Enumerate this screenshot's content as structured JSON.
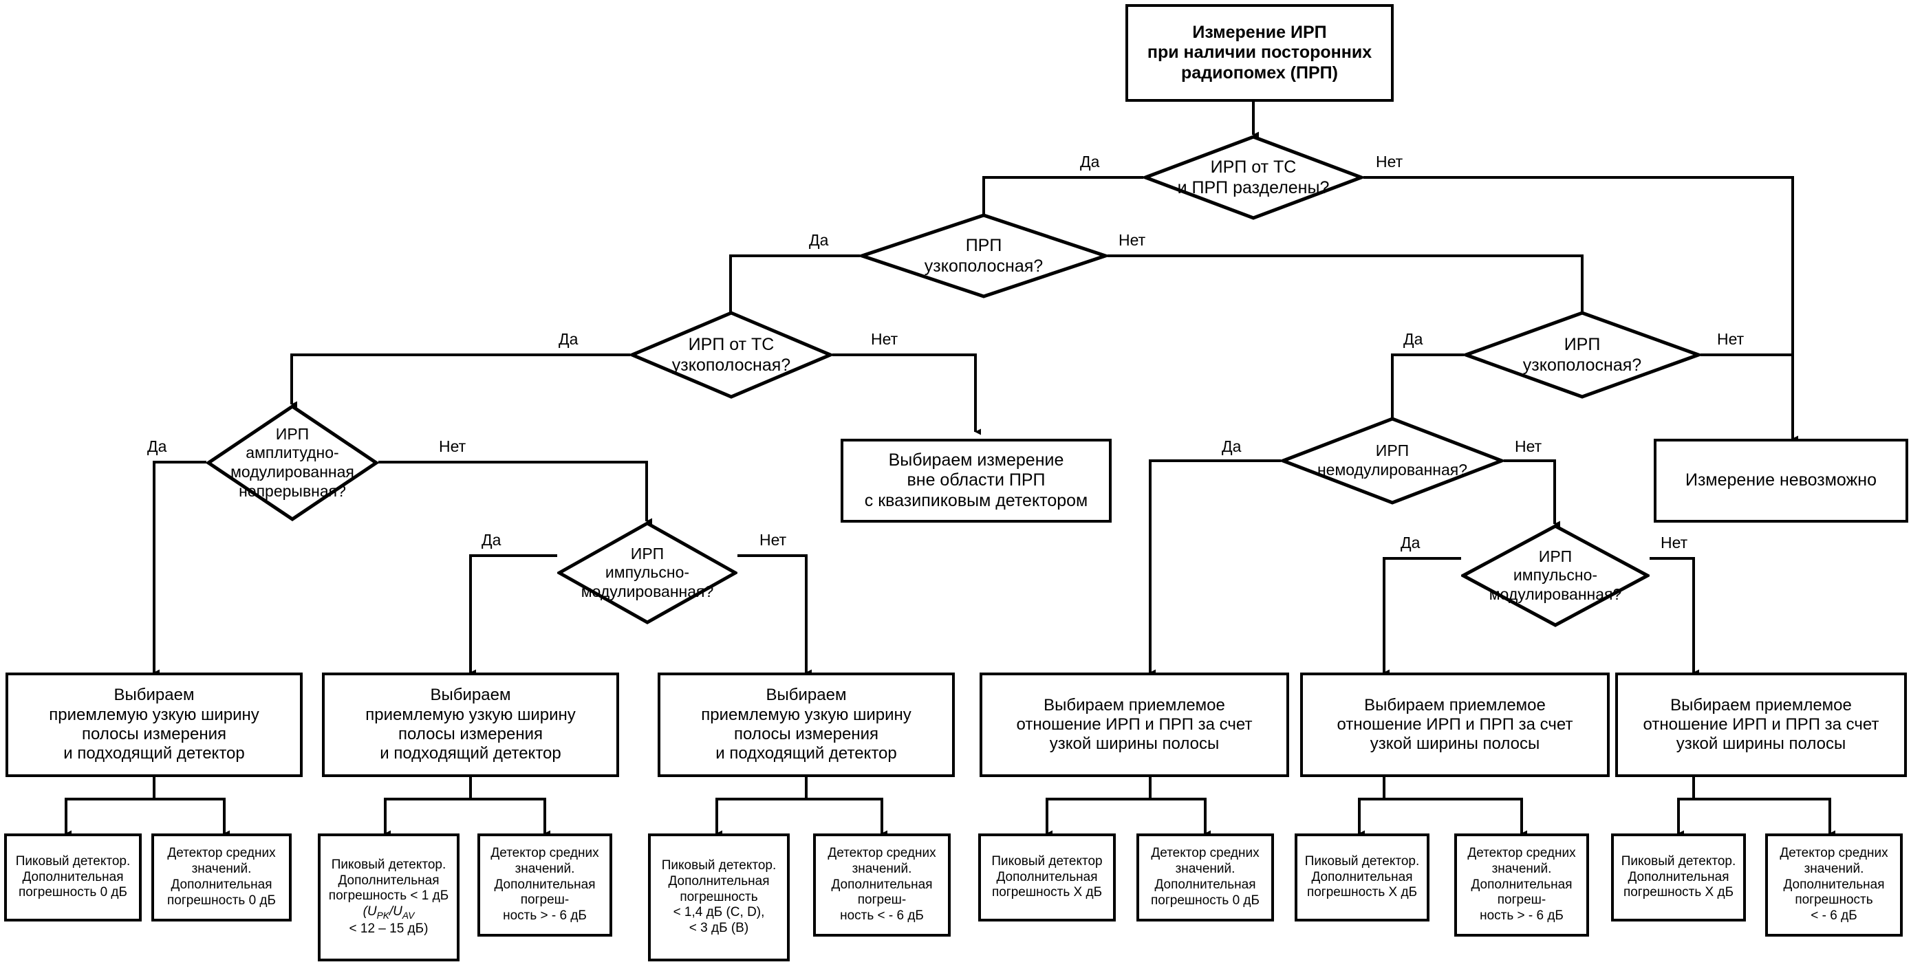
{
  "diagram": {
    "title": "Измерение ИРП при наличии посторонних радиопомех (ПРП)",
    "language": "ru",
    "edge_labels": {
      "yes": "Да",
      "no": "Нет"
    }
  },
  "nodes": {
    "start": {
      "line1": "Измерение ИРП",
      "line2": "при наличии посторонних",
      "line3": "радиопомех (ПРП)"
    },
    "d1": {
      "line1": "ИРП от ТС",
      "line2": "и ПРП разделены?"
    },
    "d2": {
      "line1": "ПРП",
      "line2": "узкополосная?"
    },
    "d3": {
      "line1": "ИРП от ТС",
      "line2": "узкополосная?"
    },
    "d4": {
      "line1": "ИРП",
      "line2": "амплитудно-",
      "line3": "модулированная",
      "line4": "непрерывная?"
    },
    "d5": {
      "line1": "ИРП",
      "line2": "импульсно-",
      "line3": "модулированная?"
    },
    "d6": {
      "line1": "ИРП",
      "line2": "узкополосная?"
    },
    "d7": {
      "line1": "ИРП",
      "line2": "немодулированная?"
    },
    "d8": {
      "line1": "ИРП",
      "line2": "импульсно-",
      "line3": "модулированная?"
    },
    "p_quasi": {
      "line1": "Выбираем измерение",
      "line2": "вне области ПРП",
      "line3": "с квазипиковым детектором"
    },
    "p_impossible": {
      "line1": "Измерение невозможно"
    },
    "p_bw1": {
      "line1": "Выбираем",
      "line2": "приемлемую узкую ширину",
      "line3": "полосы измерения",
      "line4": "и подходящий детектор"
    },
    "p_bw2": {
      "line1": "Выбираем",
      "line2": "приемлемую узкую ширину",
      "line3": "полосы измерения",
      "line4": "и подходящий детектор"
    },
    "p_bw3": {
      "line1": "Выбираем",
      "line2": "приемлемую узкую ширину",
      "line3": "полосы измерения",
      "line4": "и подходящий детектор"
    },
    "p_ratio1": {
      "line1": "Выбираем приемлемое",
      "line2": "отношение ИРП и ПРП за счет",
      "line3": "узкой ширины полосы"
    },
    "p_ratio2": {
      "line1": "Выбираем приемлемое",
      "line2": "отношение ИРП и ПРП за счет",
      "line3": "узкой ширины полосы"
    },
    "p_ratio3": {
      "line1": "Выбираем приемлемое",
      "line2": "отношение ИРП и ПРП за счет",
      "line3": "узкой ширины полосы"
    },
    "l1": {
      "line1": "Пиковый детектор.",
      "line2": "Дополнительная",
      "line3": "погрешность 0 дБ"
    },
    "l2": {
      "line1": "Детектор средних",
      "line2": "значений.",
      "line3": "Дополнительная",
      "line4": "погрешность 0 дБ"
    },
    "l3": {
      "line1": "Пиковый детектор.",
      "line2": "Дополнительная",
      "line3": "погрешность < 1 дБ",
      "line4_pre": "(U",
      "line4_sub1": "PK",
      "line4_mid": "/U",
      "line4_sub2": "AV",
      "line5": "< 12 – 15 дБ)"
    },
    "l4": {
      "line1": "Детектор средних",
      "line2": "значений.",
      "line3": "Дополнительная",
      "line4": "погреш-",
      "line5": "ность > - 6 дБ"
    },
    "l5": {
      "line1": "Пиковый детектор.",
      "line2": "Дополнительная",
      "line3": "погрешность",
      "line4": "< 1,4 дБ (C, D),",
      "line5": "< 3 дБ (B)"
    },
    "l6": {
      "line1": "Детектор средних",
      "line2": "значений.",
      "line3": "Дополнительная",
      "line4": "погреш-",
      "line5": "ность < - 6 дБ"
    },
    "l7": {
      "line1": "Пиковый детектор",
      "line2": "Дополнительная",
      "line3": "погрешность X дБ"
    },
    "l8": {
      "line1": "Детектор средних",
      "line2": "значений.",
      "line3": "Дополнительная",
      "line4": "погрешность 0 дБ"
    },
    "l9": {
      "line1": "Пиковый детектор.",
      "line2": "Дополнительная",
      "line3": "погрешность X дБ"
    },
    "l10": {
      "line1": "Детектор средних",
      "line2": "значений.",
      "line3": "Дополнительная",
      "line4": "погреш-",
      "line5": "ность > - 6 дБ"
    },
    "l11": {
      "line1": "Пиковый детектор.",
      "line2": "Дополнительная",
      "line3": "погрешность X дБ"
    },
    "l12": {
      "line1": "Детектор средних",
      "line2": "значений.",
      "line3": "Дополнительная",
      "line4": "погрешность",
      "line5": "< - 6 дБ"
    }
  },
  "edges": [
    {
      "from": "start",
      "to": "d1",
      "label": ""
    },
    {
      "from": "d1",
      "to": "d2",
      "label": "Да"
    },
    {
      "from": "d1",
      "to": "p_impossible",
      "label": "Нет"
    },
    {
      "from": "d2",
      "to": "d3",
      "label": "Да"
    },
    {
      "from": "d2",
      "to": "d6",
      "label": "Нет"
    },
    {
      "from": "d3",
      "to": "d4",
      "label": "Да"
    },
    {
      "from": "d3",
      "to": "p_quasi",
      "label": "Нет"
    },
    {
      "from": "d4",
      "to": "p_bw1",
      "label": "Да"
    },
    {
      "from": "d4",
      "to": "d5",
      "label": "Нет"
    },
    {
      "from": "d5",
      "to": "p_bw2",
      "label": "Да"
    },
    {
      "from": "d5",
      "to": "p_bw3",
      "label": "Нет"
    },
    {
      "from": "d6",
      "to": "d7",
      "label": "Да"
    },
    {
      "from": "d6",
      "to": "p_impossible",
      "label": "Нет"
    },
    {
      "from": "d7",
      "to": "p_ratio1",
      "label": "Да"
    },
    {
      "from": "d7",
      "to": "d8",
      "label": "Нет"
    },
    {
      "from": "d8",
      "to": "p_ratio2",
      "label": "Да"
    },
    {
      "from": "d8",
      "to": "p_ratio3",
      "label": "Нет"
    },
    {
      "from": "p_bw1",
      "to": "l1",
      "label": ""
    },
    {
      "from": "p_bw1",
      "to": "l2",
      "label": ""
    },
    {
      "from": "p_bw2",
      "to": "l3",
      "label": ""
    },
    {
      "from": "p_bw2",
      "to": "l4",
      "label": ""
    },
    {
      "from": "p_bw3",
      "to": "l5",
      "label": ""
    },
    {
      "from": "p_bw3",
      "to": "l6",
      "label": ""
    },
    {
      "from": "p_ratio1",
      "to": "l7",
      "label": ""
    },
    {
      "from": "p_ratio1",
      "to": "l8",
      "label": ""
    },
    {
      "from": "p_ratio2",
      "to": "l9",
      "label": ""
    },
    {
      "from": "p_ratio2",
      "to": "l10",
      "label": ""
    },
    {
      "from": "p_ratio3",
      "to": "l11",
      "label": ""
    },
    {
      "from": "p_ratio3",
      "to": "l12",
      "label": ""
    }
  ],
  "colors": {
    "stroke": "#000000",
    "fill": "#ffffff",
    "text": "#000000"
  }
}
